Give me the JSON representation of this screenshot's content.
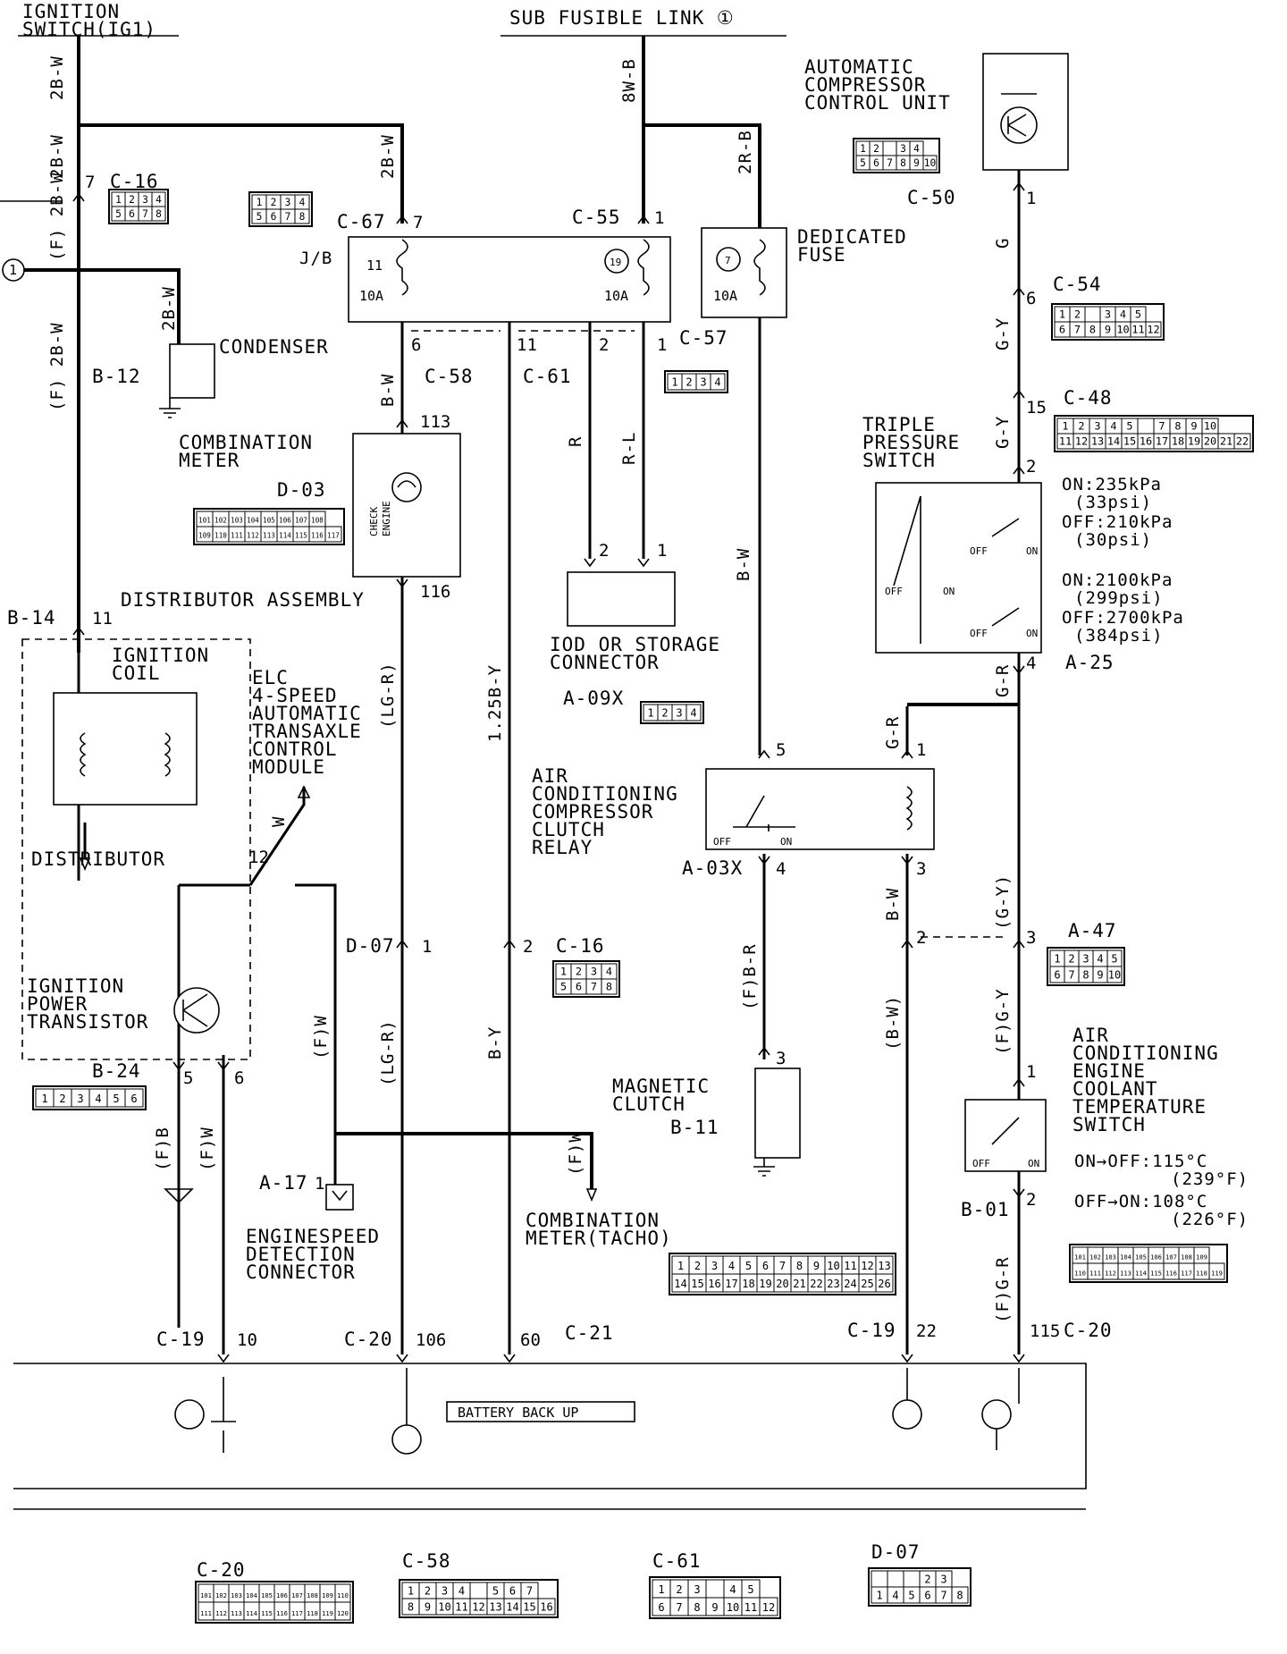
{
  "sources": {
    "ignition_switch": [
      "IGNITION",
      "SWITCH(IG1)"
    ],
    "sub_fusible_link": "SUB FUSIBLE LINK ①",
    "circle_1": "1"
  },
  "components": {
    "acu": [
      "AUTOMATIC",
      "COMPRESSOR",
      "CONTROL UNIT"
    ],
    "dedicated_fuse": [
      "DEDICATED",
      "FUSE"
    ],
    "condenser": "CONDENSER",
    "combination_meter": [
      "COMBINATION",
      "METER"
    ],
    "check_engine": [
      "CHECK",
      "ENGINE"
    ],
    "distributor_assembly": "DISTRIBUTOR ASSEMBLY",
    "ignition_coil": [
      "IGNITION",
      "COIL"
    ],
    "distributor": "DISTRIBUTOR",
    "ignition_power_transistor": [
      "IGNITION",
      "POWER",
      "TRANSISTOR"
    ],
    "elc_module": [
      "ELC",
      "4-SPEED",
      "AUTOMATIC",
      "TRANSAXLE",
      "CONTROL",
      "MODULE"
    ],
    "iod_connector": [
      "IOD OR STORAGE",
      "CONNECTOR"
    ],
    "triple_pressure_switch": [
      "TRIPLE",
      "PRESSURE",
      "SWITCH"
    ],
    "ac_relay": [
      "AIR",
      "CONDITIONING",
      "COMPRESSOR",
      "CLUTCH",
      "RELAY"
    ],
    "magnetic_clutch": [
      "MAGNETIC",
      "CLUTCH"
    ],
    "coolant_switch": [
      "AIR",
      "CONDITIONING",
      "ENGINE",
      "COOLANT",
      "TEMPERATURE",
      "SWITCH"
    ],
    "engine_speed_connector": [
      "ENGINESPEED",
      "DETECTION",
      "CONNECTOR"
    ],
    "combination_meter_tacho": [
      "COMBINATION",
      "METER(TACHO)"
    ],
    "battery_back_up": "BATTERY BACK UP",
    "jb": "J/B"
  },
  "switch_specs": {
    "triple": [
      "ON:235kPa",
      "(33psi)",
      "OFF:210kPa",
      "(30psi)",
      "ON:2100kPa",
      "(299psi)",
      "OFF:2700kPa",
      "(384psi)"
    ],
    "coolant": [
      "ON→OFF:115°C",
      "(239°F)",
      "OFF→ON:108°C",
      "(226°F)"
    ],
    "on": "ON",
    "off": "OFF"
  },
  "fuses": {
    "f11": {
      "number": "11",
      "rating": "10A"
    },
    "f19": {
      "number": "19",
      "rating": "10A"
    },
    "f7": {
      "number": "7",
      "rating": "10A"
    }
  },
  "wire_colors": {
    "w_2bw_1": "2B-W",
    "w_2bw_2": "2B-W",
    "w_f2bw": "(F) 2B-W",
    "w_2bw_3": "2B-W",
    "w_f2bw_long": "(F) 2B-W",
    "w_2bw_4": "2B-W",
    "w_8wb": "8W-B",
    "w_2rb": "2R-B",
    "w_bw_1": "B-W",
    "w_r": "R",
    "w_rl": "R-L",
    "w_lgr_1": "(LG-R)",
    "w_125by": "1.25B-Y",
    "w_bw_2": "B-W",
    "w_g": "G",
    "w_gy_1": "G-Y",
    "w_gy_2": "G-Y",
    "w_gr_1": "G-R",
    "w_gr_2": "G-R",
    "w_bw_3": "B-W",
    "w_gy_paren": "(G-Y)",
    "w_fgy": "(F)G-Y",
    "w_fgr": "(F)G-R",
    "w_bw_paren": "(B-W)",
    "w_fbr": "(F)B-R",
    "w_w": "W",
    "w_fw_1": "(F)W",
    "w_lgr_2": "(LG-R)",
    "w_by": "B-Y",
    "w_fb": "(F)B",
    "w_fw_2": "(F)W",
    "w_fw_3": "(F)W"
  },
  "connectors": {
    "c16_top": "C-16",
    "c67": "C-67",
    "c55": "C-55",
    "c50": "C-50",
    "c54": "C-54",
    "c48": "C-48",
    "c58": "C-58",
    "c61": "C-61",
    "c57": "C-57",
    "b12": "B-12",
    "d03": "D-03",
    "b14": "B-14",
    "a09x": "A-09X",
    "a25": "A-25",
    "a03x": "A-03X",
    "d07": "D-07",
    "c16_mid": "C-16",
    "a47": "A-47",
    "b24": "B-24",
    "b11": "B-11",
    "b01": "B-01",
    "a17": "A-17",
    "c19_left": "C-19",
    "c20_mid": "C-20",
    "c21": "C-21",
    "c19_right": "C-19",
    "c20_right": "C-20",
    "c20_bottom": "C-20",
    "c58_bottom": "C-58",
    "c61_bottom": "C-61",
    "d07_bottom": "D-07"
  },
  "pins": {
    "p_7_c16": "7",
    "p_7_c67": "7",
    "p_1_c55": "1",
    "p_1_c50": "1",
    "p_6_c54": "6",
    "p_15_c48": "15",
    "p_2_tps": "2",
    "p_4_a25": "4",
    "p_6_c58": "6",
    "p_11_c61": "11",
    "p_2_c61": "2",
    "p_1_c57": "1",
    "p_113": "113",
    "p_116": "116",
    "p_2_iod": "2",
    "p_1_iod": "1",
    "p_11_b14": "11",
    "p_12": "12",
    "p_5_relay": "5",
    "p_1_relay": "1",
    "p_4_relay": "4",
    "p_3_relay": "3",
    "p_1_d07": "1",
    "p_2_c16": "2",
    "p_2_a47": "2",
    "p_3_a47": "3",
    "p_3_clutch": "3",
    "p_5_b24": "5",
    "p_6_b24": "6",
    "p_1_a17": "1",
    "p_1_cts": "1",
    "p_2_cts": "2",
    "p_10": "10",
    "p_106": "106",
    "p_60": "60",
    "p_22": "22",
    "p_115": "115"
  },
  "connector_pin_tables": {
    "c16": [
      [
        "1",
        "2",
        "3",
        "4"
      ],
      [
        "5",
        "6",
        "7",
        "8"
      ]
    ],
    "c67": [
      [
        "1",
        "2",
        "3",
        "4"
      ],
      [
        "5",
        "6",
        "7",
        "8"
      ]
    ],
    "c50": [
      [
        "1",
        "2",
        "",
        "3",
        "4"
      ],
      [
        "5",
        "6",
        "7",
        "8",
        "9",
        "10"
      ]
    ],
    "c54": [
      [
        "1",
        "2",
        "",
        "3",
        "4",
        "5"
      ],
      [
        "6",
        "7",
        "8",
        "9",
        "10",
        "11",
        "12"
      ]
    ],
    "c48": [
      [
        "1",
        "2",
        "3",
        "4",
        "5",
        "",
        "7",
        "8",
        "9",
        "10"
      ],
      [
        "11",
        "12",
        "13",
        "14",
        "15",
        "16",
        "17",
        "18",
        "19",
        "20",
        "21",
        "22"
      ]
    ],
    "d03": [
      [
        "101",
        "102",
        "103",
        "104",
        "105",
        "106",
        "107",
        "108"
      ],
      [
        "109",
        "110",
        "111",
        "112",
        "113",
        "114",
        "115",
        "116",
        "117"
      ]
    ],
    "c57": [
      [
        "1",
        "2",
        "3",
        "4"
      ]
    ],
    "a09x": [
      [
        "1",
        "2",
        "3",
        "4"
      ]
    ],
    "a47": [
      [
        "1",
        "2",
        "3",
        "4",
        "5"
      ],
      [
        "6",
        "7",
        "8",
        "9",
        "10"
      ]
    ],
    "b24": [
      [
        "1",
        "2",
        "3",
        "4",
        "5",
        "6"
      ]
    ],
    "c16b": [
      [
        "1",
        "2",
        "3",
        "4"
      ],
      [
        "5",
        "6",
        "7",
        "8"
      ]
    ],
    "c21": [
      [
        "1",
        "2",
        "3",
        "4",
        "5",
        "6",
        "7",
        "8",
        "9",
        "10",
        "11",
        "12",
        "13"
      ],
      [
        "14",
        "15",
        "16",
        "17",
        "18",
        "19",
        "20",
        "21",
        "22",
        "23",
        "24",
        "25",
        "26"
      ]
    ],
    "c19": [
      [
        "101",
        "102",
        "103",
        "104",
        "105",
        "106",
        "107",
        "108",
        "109"
      ],
      [
        "110",
        "111",
        "112",
        "113",
        "114",
        "115",
        "116",
        "117",
        "118",
        "119"
      ]
    ],
    "c20": [
      [
        "101",
        "102",
        "103",
        "104",
        "105",
        "106",
        "107",
        "108",
        "109",
        "110"
      ],
      [
        "111",
        "112",
        "113",
        "114",
        "115",
        "116",
        "117",
        "118",
        "119",
        "120"
      ]
    ],
    "c58": [
      [
        "1",
        "2",
        "3",
        "4",
        "",
        "5",
        "6",
        "7"
      ],
      [
        "8",
        "9",
        "10",
        "11",
        "12",
        "13",
        "14",
        "15",
        "16"
      ]
    ],
    "c61": [
      [
        "1",
        "2",
        "3",
        "",
        "4",
        "5"
      ],
      [
        "6",
        "7",
        "8",
        "9",
        "10",
        "11",
        "12"
      ]
    ],
    "d07": [
      [
        "",
        "",
        "",
        "2",
        "3"
      ],
      [
        "1",
        "4",
        "5",
        "6",
        "7",
        "8"
      ]
    ]
  }
}
